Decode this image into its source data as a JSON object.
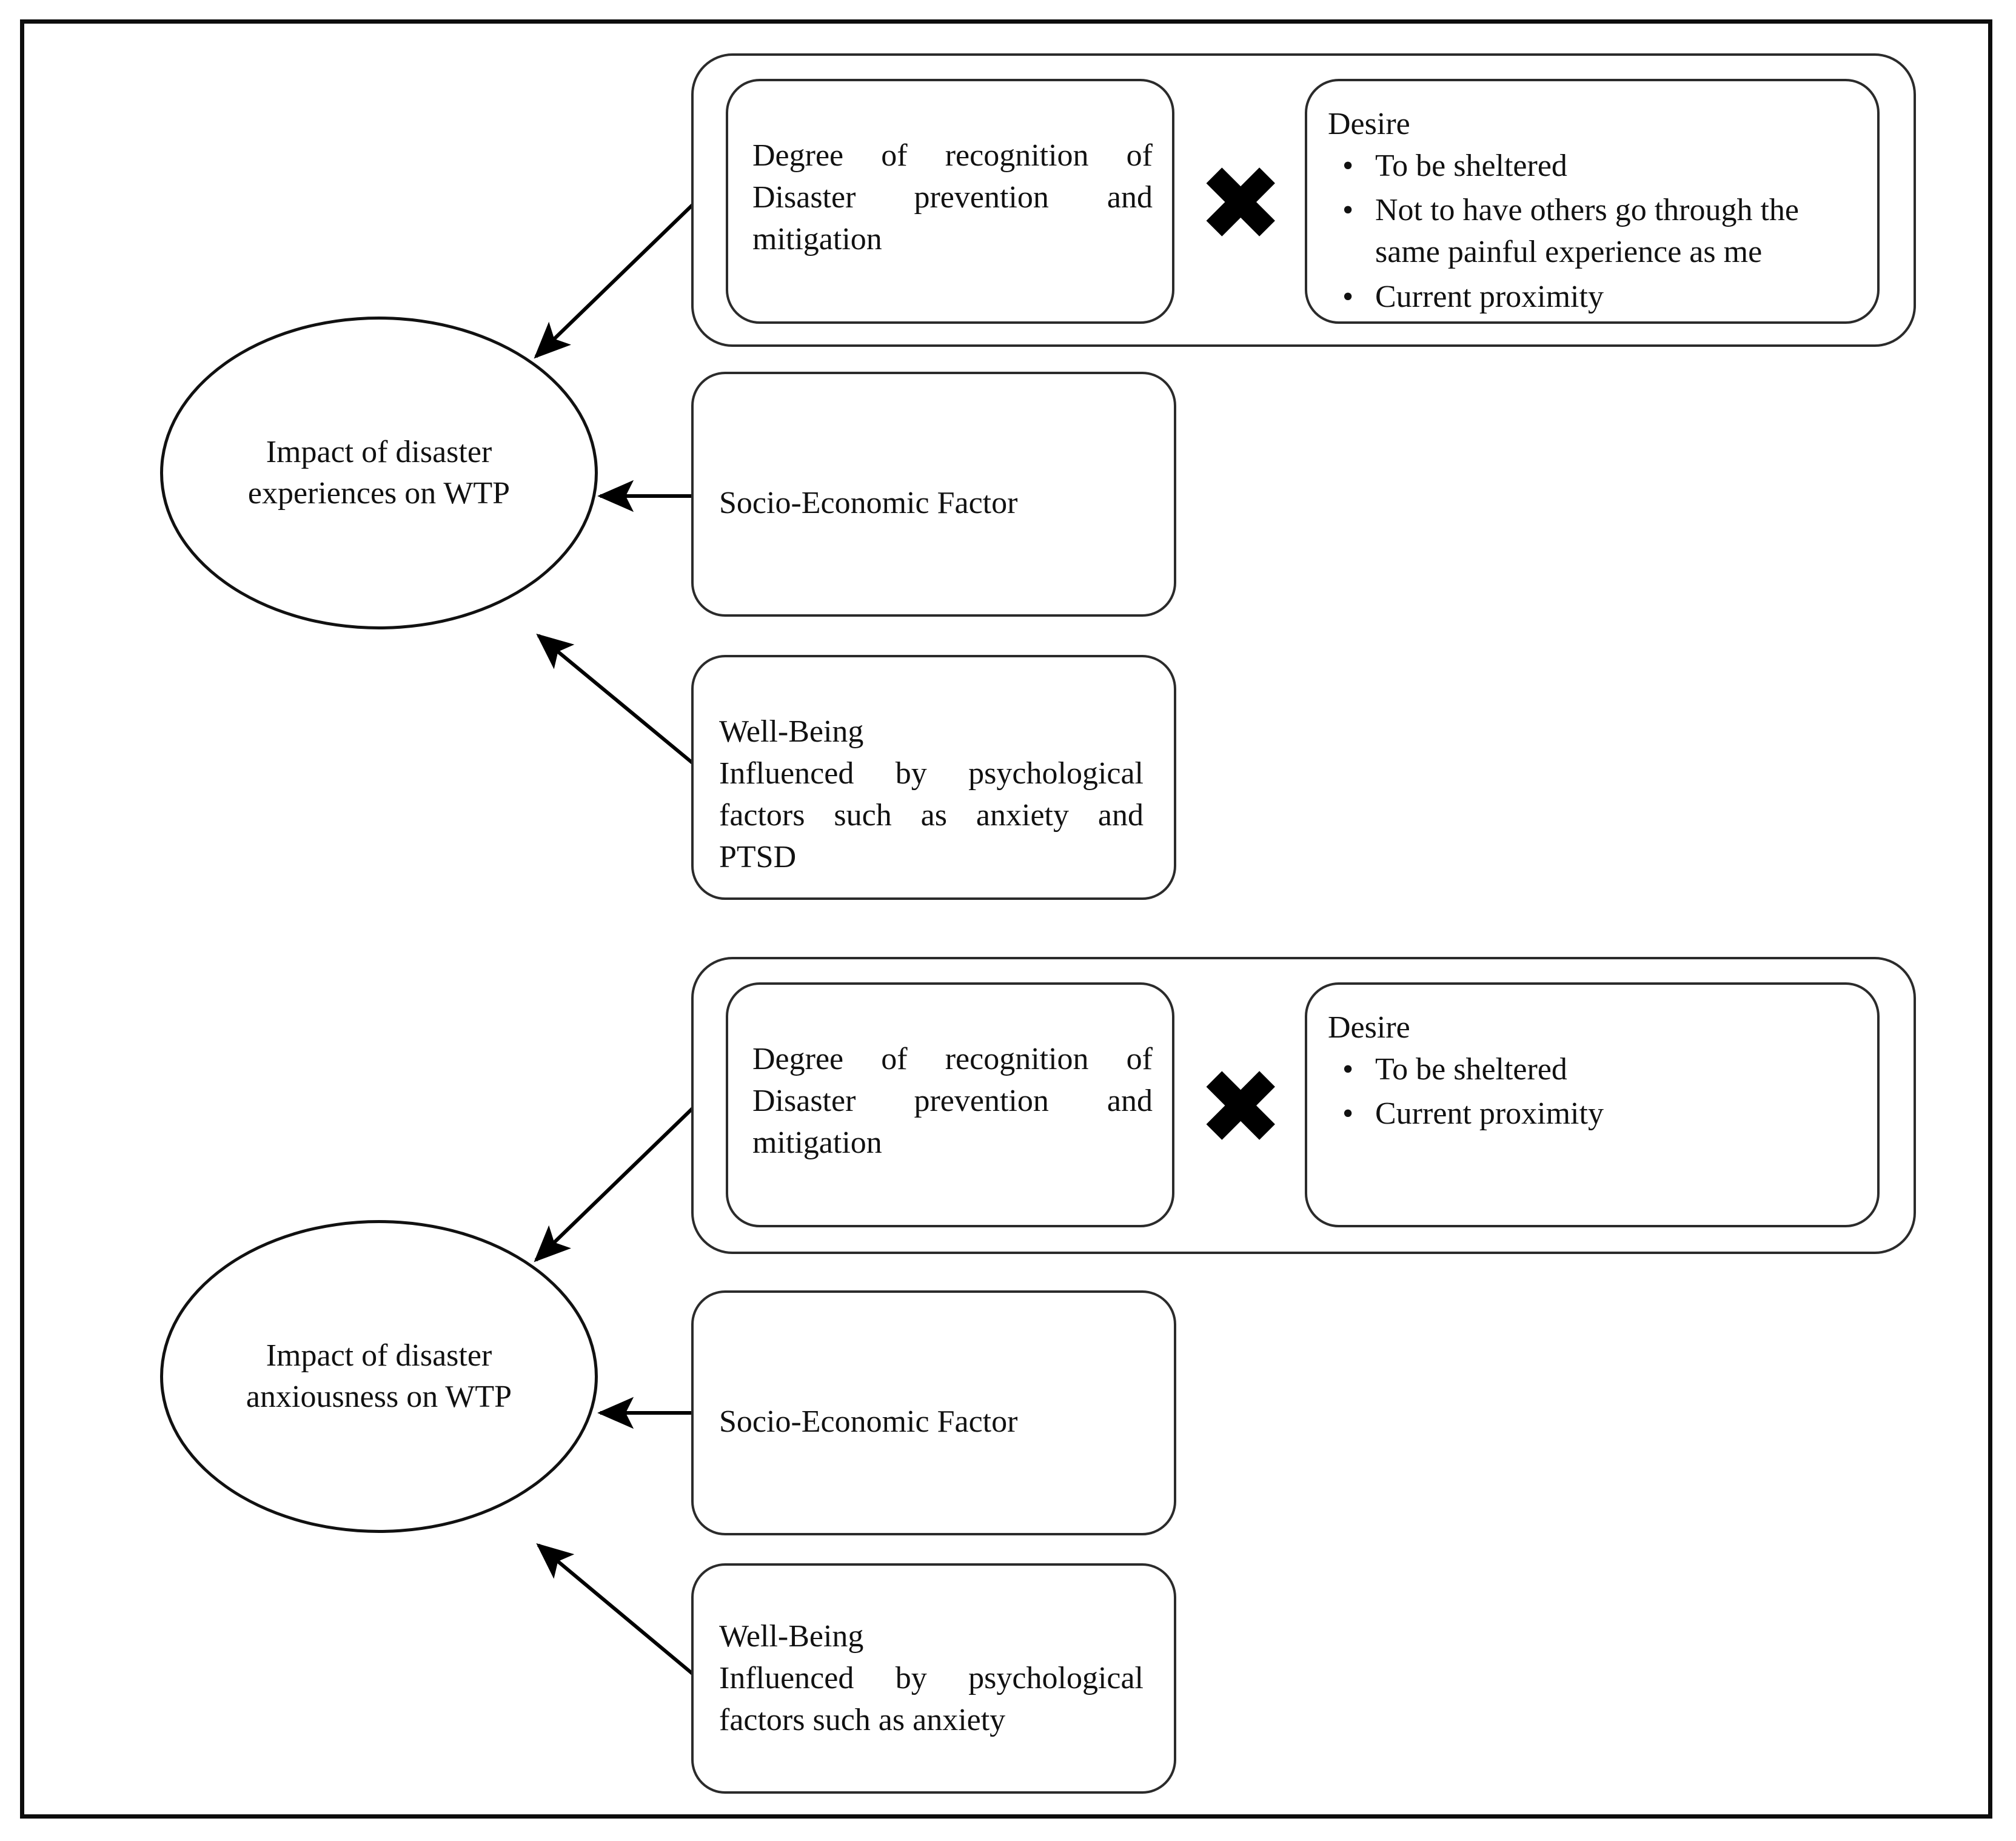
{
  "figure": {
    "type": "conceptual-framework-diagram",
    "groups": [
      {
        "id": "experiences",
        "center_node": {
          "label": "Impact of disaster experiences on WTP",
          "shape": "ellipse"
        },
        "factors": [
          {
            "id": "recognition-desire",
            "kind": "product-group",
            "operator": "✖",
            "operator_name": "multiplication-cross",
            "left": {
              "text": "Degree of recognition of Disaster prevention and mitigation"
            },
            "right": {
              "title": "Desire",
              "bullets": [
                "To be sheltered",
                "Not to have others go through the same painful experience as me",
                "Current proximity"
              ]
            }
          },
          {
            "id": "socio-economic",
            "kind": "box",
            "text": "Socio-Economic Factor"
          },
          {
            "id": "well-being",
            "kind": "box",
            "title": "Well-Being",
            "text": "Influenced by psychological factors such as anxiety and PTSD"
          }
        ]
      },
      {
        "id": "anxiousness",
        "center_node": {
          "label": "Impact of disaster anxiousness on WTP",
          "shape": "ellipse"
        },
        "factors": [
          {
            "id": "recognition-desire",
            "kind": "product-group",
            "operator": "✖",
            "operator_name": "multiplication-cross",
            "left": {
              "text": "Degree of recognition of Disaster prevention and mitigation"
            },
            "right": {
              "title": "Desire",
              "bullets": [
                "To be sheltered",
                "Current proximity"
              ]
            }
          },
          {
            "id": "socio-economic",
            "kind": "box",
            "text": "Socio-Economic Factor"
          },
          {
            "id": "well-being",
            "kind": "box",
            "title": "Well-Being",
            "text": "Influenced by psychological factors such as anxiety"
          }
        ]
      }
    ],
    "colors": {
      "frame": "#0d0d0d",
      "node_stroke": "#2b2b2b",
      "circle_stroke": "#111111",
      "arrow": "#000000",
      "text": "#111111",
      "background": "#ffffff"
    }
  }
}
